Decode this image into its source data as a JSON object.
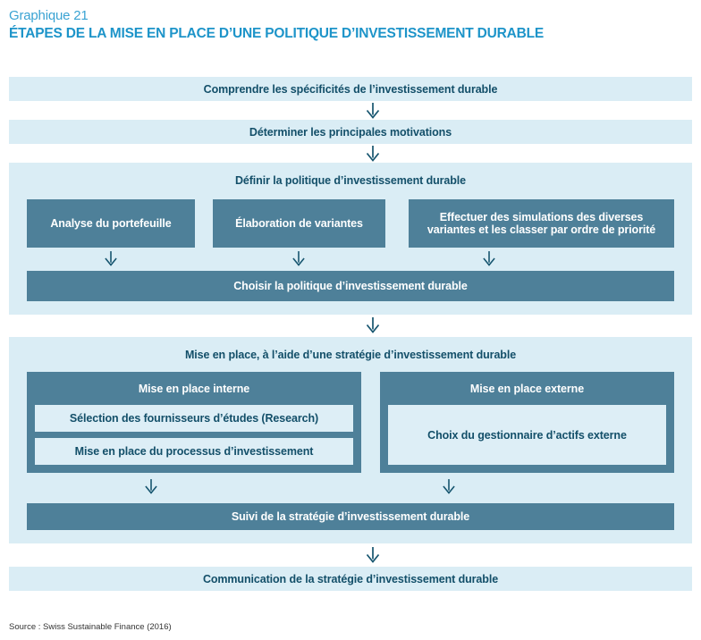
{
  "header": {
    "figure_label": "Graphique 21",
    "title": "ÉTAPES DE LA MISE EN PLACE D’UNE POLITIQUE D’INVESTISSEMENT DURABLE"
  },
  "flow": {
    "step1": "Comprendre les spécificités de l’investissement durable",
    "step2": "Déterminer les principales motivations",
    "define_section": {
      "title": "Définir la politique d’investissement durable",
      "boxes": [
        "Analyse du portefeuille",
        "Élaboration de variantes",
        "Effectuer des simulations des diverses variantes et les classer par ordre de priorité"
      ],
      "result": "Choisir la politique d’investissement durable"
    },
    "implementation_section": {
      "title": "Mise en place, à l’aide d’une stratégie d’investissement durable",
      "internal": {
        "title": "Mise en place interne",
        "items": [
          "Sélection des fournisseurs d’études (Research)",
          "Mise en place du processus d’investissement"
        ]
      },
      "external": {
        "title": "Mise en place externe",
        "items": [
          "Choix du gestionnaire d’actifs externe"
        ]
      },
      "result": "Suivi de la stratégie d’investissement durable"
    },
    "final_step": "Communication de la stratégie d’investissement durable"
  },
  "source": "Source : Swiss Sustainable Finance (2016)",
  "colors": {
    "light_box": "#daedf5",
    "inner_light_box": "#ddeef6",
    "dark_box": "#4e8099",
    "dark_text": "#134f69",
    "title_blue": "#1d94c9",
    "figure_label_blue": "#3aa3d3",
    "arrow": "#16556f"
  }
}
